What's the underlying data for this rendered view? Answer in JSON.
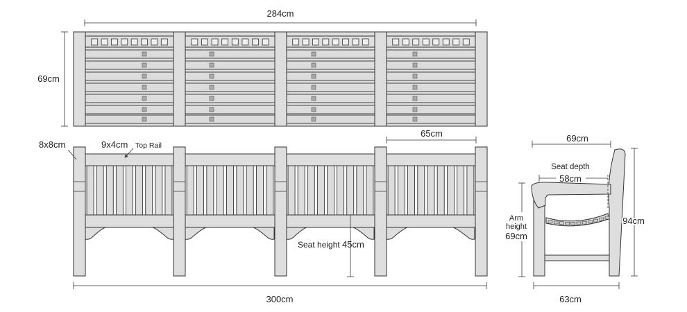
{
  "diagram": {
    "labels": {
      "top_width": "284cm",
      "back_height": "69cm",
      "post_size": "8x8cm",
      "top_rail_size": "9x4cm",
      "top_rail": "Top Rail",
      "section_width": "65cm",
      "seat_height_label": "Seat height",
      "seat_height_value": "45cm",
      "total_width": "300cm",
      "side_depth": "69cm",
      "seat_depth_label": "Seat depth",
      "seat_depth_value": "58cm",
      "arm_height_line1": "Arm",
      "arm_height_line2": "height",
      "arm_height_value": "69cm",
      "total_height": "94cm",
      "base_depth": "63cm"
    },
    "colors": {
      "wood": "#dedede",
      "stroke": "#333333",
      "text": "#222222"
    }
  }
}
